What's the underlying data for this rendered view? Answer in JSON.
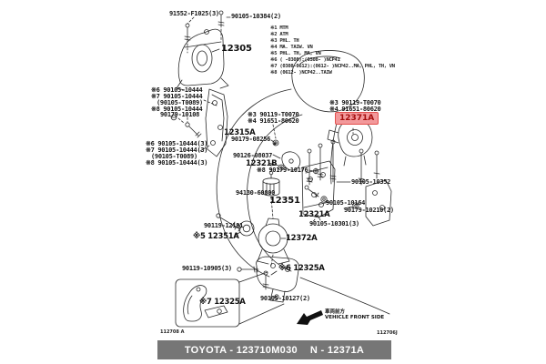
{
  "colors": {
    "highlight_bg": "#f2999b",
    "highlight_border": "#e3504e",
    "highlight_text": "#a50e0e",
    "footer_bar_bg": "#767676",
    "footer_bar_text": "#ffffff",
    "line_art": "#2a2a2a"
  },
  "legend": {
    "lines": [
      "※1 MTM",
      "※2 ATM",
      "※3 PHL. TH",
      "※4 MA. TAIW. VN",
      "※5 PHL. TH, MA, VN",
      "※6 (    -0308):(0308-    )NCP41",
      "※7 (0308-0612):(0612-    )NCP42..MA, PHL, TH, VN",
      "※8 (0612-    )NCP42..TAIW"
    ]
  },
  "labels": {
    "bolt_91552": "91552-F1025(3)",
    "bolt_10384": "90105-10384(2)",
    "part_12305": "12305",
    "stack_upper": [
      "※6 90105-10444",
      "※7 90105-10444",
      "(90105-T0089)",
      "※8 90105-10444"
    ],
    "bolt_10108": "90179-10108",
    "stack_lower": [
      "※6 90105-10444(3)",
      "※7 90105-10444(3)",
      "(90105-T0089)",
      "※8 90105-10444(3)"
    ],
    "part_12315A": "12315A",
    "pair_center": [
      "※3 90119-T0070",
      "※4 91651-80620"
    ],
    "bolt_08256": "90179-08256",
    "bolt_08037": "90126-08037",
    "part_12321B": "12321B",
    "pair_right": [
      "※3 90119-T0070",
      "※4 91651-80620"
    ],
    "part_12371A": "12371A",
    "bolt_10352": "90105-10352",
    "bolt_10164": "90105-10164",
    "bolt_10210": "90179-10210(2)",
    "part_12321A": "12321A",
    "bolt_10301": "90105-10301(3)",
    "bolt_10176": "※8 90179-10176",
    "part_94130": "94130-60800",
    "part_12351": "12351",
    "bolt_12191": "90119-12191",
    "part_12351A": "※5 12351A",
    "part_12372A": "12372A",
    "bolt_10905": "90119-10905(3)",
    "part_12325A_inset": "※7 12325A",
    "bolt_10127": "90105-10127(2)",
    "part_12325A": "※6 12325A"
  },
  "orientation": {
    "jp": "車両前方",
    "en": "VEHICLE FRONT SIDE"
  },
  "footer": {
    "left_code": "112708 A",
    "right_code": "112706J",
    "brand": "TOYOTA - 123710M030",
    "ref": "N - 12371A"
  }
}
